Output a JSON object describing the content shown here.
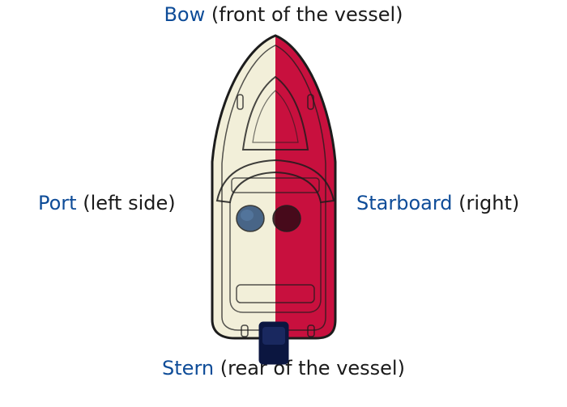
{
  "labels": {
    "bow": {
      "term": "Bow",
      "desc": " (front of the vessel)"
    },
    "stern": {
      "term": "Stern",
      "desc": " (rear of the vessel)"
    },
    "port": {
      "term": "Port",
      "desc": " (left side)"
    },
    "starboard": {
      "term": "Starboard",
      "desc": " (right)"
    }
  },
  "colors": {
    "term_text": "#0e4c98",
    "desc_text": "#1a1a1a",
    "port_hull": "#f2efd9",
    "starboard_hull": "#c8103e",
    "outline": "#1c1c1c",
    "motor": "#0b1640"
  }
}
